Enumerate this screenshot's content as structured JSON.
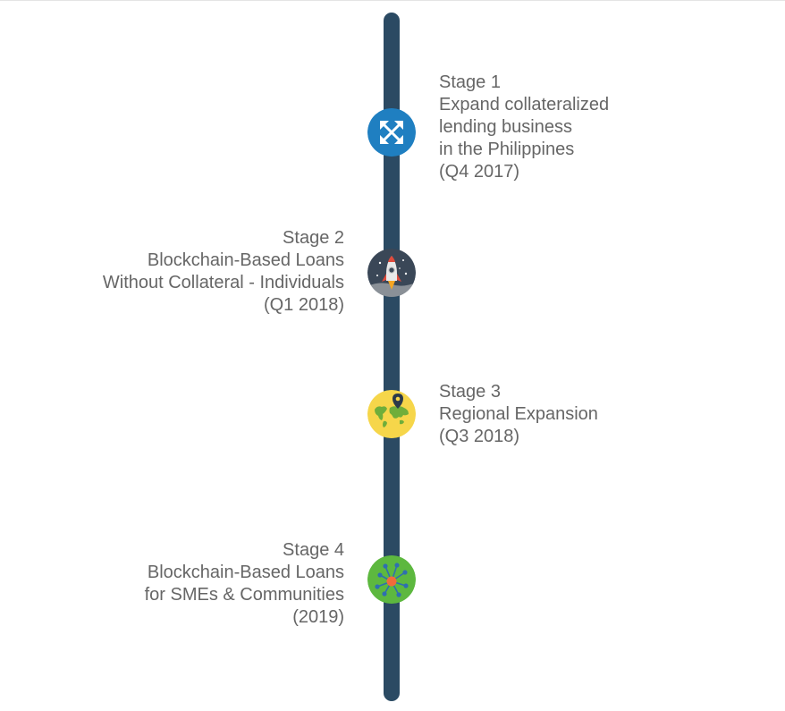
{
  "colors": {
    "line": "#2b4a63",
    "text": "#666666",
    "stage1_icon_bg": "#1f7fc1",
    "stage2_icon_bg": "#3a4757",
    "stage3_icon_bg": "#f6d64a",
    "stage4_icon_bg": "#5db83f"
  },
  "stages": [
    {
      "icon": "expand-arrows-icon",
      "side": "right",
      "lines": [
        "Stage 1",
        "Expand collateralized",
        "lending business",
        "in the Philippines",
        "(Q4 2017)"
      ]
    },
    {
      "icon": "rocket-icon",
      "side": "left",
      "lines": [
        "Stage 2",
        "Blockchain-Based Loans",
        "Without Collateral - Individuals",
        "(Q1 2018)"
      ]
    },
    {
      "icon": "world-map-pin-icon",
      "side": "right",
      "lines": [
        "Stage 3",
        "Regional Expansion",
        "(Q3 2018)"
      ]
    },
    {
      "icon": "network-nodes-icon",
      "side": "left",
      "lines": [
        "Stage 4",
        "Blockchain-Based Loans",
        "for SMEs & Communities",
        "(2019)"
      ]
    }
  ]
}
